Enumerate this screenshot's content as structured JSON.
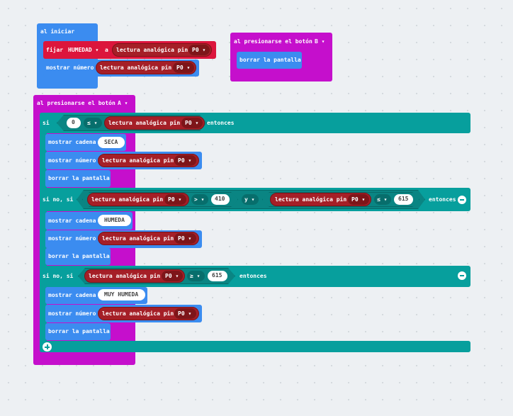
{
  "blocks": {
    "on_start": {
      "label": "al iniciar",
      "set_label": "fijar",
      "variable": "HUMEDAD ▾",
      "to_label": "a",
      "set_value": "lectura analógica pin",
      "set_pin": "P0 ▾",
      "show_number_label": "mostrar número",
      "show_value": "lectura analógica pin",
      "show_pin": "P0 ▾"
    },
    "on_button_b": {
      "label": "al presionarse el botón",
      "button": "B ▾",
      "clear_screen": "borrar la pantalla"
    },
    "on_button_a": {
      "label": "al presionarse el botón",
      "button": "A ▾",
      "if_label": "si",
      "then_label": "entonces",
      "else_if_label": "si no, si",
      "and_label": "y ▾",
      "cond1": {
        "left": "0",
        "op": "≤ ▾",
        "sensor": "lectura analógica pin",
        "pin": "P0 ▾"
      },
      "branch1": {
        "show_string_label": "mostrar cadena",
        "string": "SECA",
        "show_number_label": "mostrar número",
        "sensor": "lectura analógica pin",
        "pin": "P0 ▾",
        "clear_screen": "borrar la pantalla"
      },
      "cond2": {
        "a_sensor": "lectura analógica pin",
        "a_pin": "P0 ▾",
        "a_op": "> ▾",
        "a_value": "410",
        "b_sensor": "lectura analógica pin",
        "b_pin": "P0 ▾",
        "b_op": "≤ ▾",
        "b_value": "615"
      },
      "branch2": {
        "show_string_label": "mostrar cadena",
        "string": "HUMEDA",
        "show_number_label": "mostrar número",
        "sensor": "lectura analógica pin",
        "pin": "P0 ▾",
        "clear_screen": "borrar la pantalla"
      },
      "cond3": {
        "sensor": "lectura analógica pin",
        "pin": "P0 ▾",
        "op": "≥ ▾",
        "value": "615"
      },
      "branch3": {
        "show_string_label": "mostrar cadena",
        "string": "MUY HUMEDA",
        "show_number_label": "mostrar número",
        "sensor": "lectura analógica pin",
        "pin": "P0 ▾",
        "clear_screen": "borrar la pantalla"
      }
    }
  },
  "icons": {
    "remove_condition": "minus-circle-icon",
    "add_condition": "plus-circle-icon"
  },
  "colors": {
    "events": "#c50fcc",
    "basic": "#3b8cf0",
    "variables": "#dc153c",
    "pins": "#a51f27",
    "logic": "#079f9d",
    "workspace": "#edf0f3"
  }
}
